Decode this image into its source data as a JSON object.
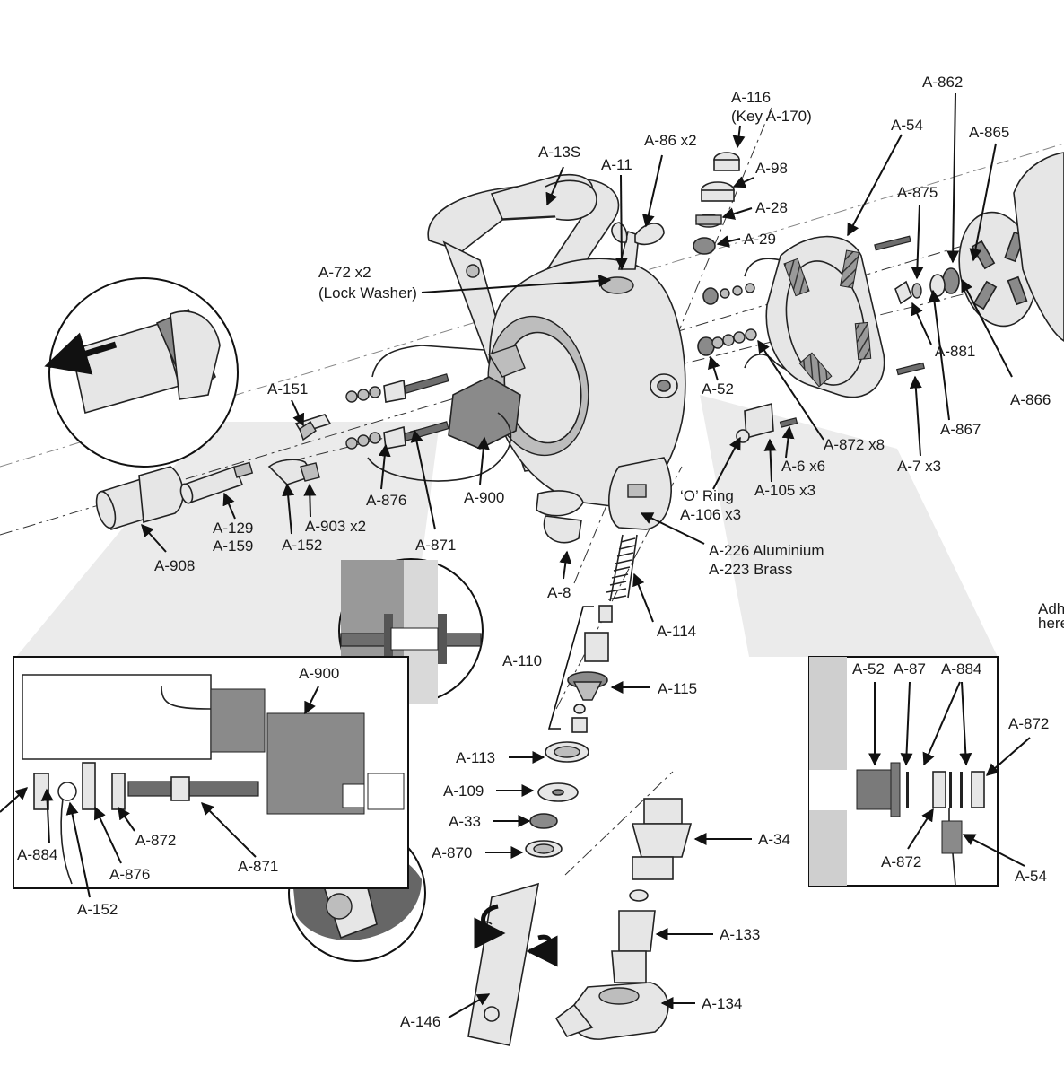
{
  "diagram": {
    "labels": {
      "a116": "A-116",
      "key_a170": "(Key A-170)",
      "a862": "A-862",
      "a54_top": "A-54",
      "a865": "A-865",
      "a13s": "A-13S",
      "a11": "A-11",
      "a86x2": "A-86 x2",
      "a98": "A-98",
      "a28": "A-28",
      "a29": "A-29",
      "a875": "A-875",
      "a72x2": "A-72 x2",
      "lock_washer": "(Lock Washer)",
      "a881": "A-881",
      "a866": "A-866",
      "a151": "A-151",
      "a52_main": "A-52",
      "a867": "A-867",
      "a872x8": "A-872 x8",
      "a7x3": "A-7 x3",
      "a6x6": "A-6 x6",
      "o_ring": "‘O’ Ring",
      "a106x3": "A-106 x3",
      "a105x3": "A-105 x3",
      "a876_main": "A-876",
      "a900_main": "A-900",
      "a129": "A-129",
      "a159": "A-159",
      "a903x2": "A-903 x2",
      "a152_main": "A-152",
      "a871_main": "A-871",
      "a226": "A-226 Aluminium",
      "a223": "A-223 Brass",
      "a908": "A-908",
      "a8": "A-8",
      "a114": "A-114",
      "adhesive_1": "Adh",
      "adhesive_2": "here",
      "a110": "A-110",
      "a115": "A-115",
      "a113": "A-113",
      "a109": "A-109",
      "a33": "A-33",
      "a870": "A-870",
      "a34": "A-34",
      "a133": "A-133",
      "a134": "A-134",
      "a146": "A-146",
      "inset_left_a900": "A-900",
      "inset_left_a884": "A-884",
      "inset_left_a872": "A-872",
      "inset_left_a876": "A-876",
      "inset_left_a871": "A-871",
      "inset_left_a152": "A-152",
      "inset_right_a52": "A-52",
      "inset_right_a87": "A-87",
      "inset_right_a884": "A-884",
      "inset_right_a872_top": "A-872",
      "inset_right_a872_bottom": "A-872",
      "inset_right_a54": "A-54"
    }
  }
}
